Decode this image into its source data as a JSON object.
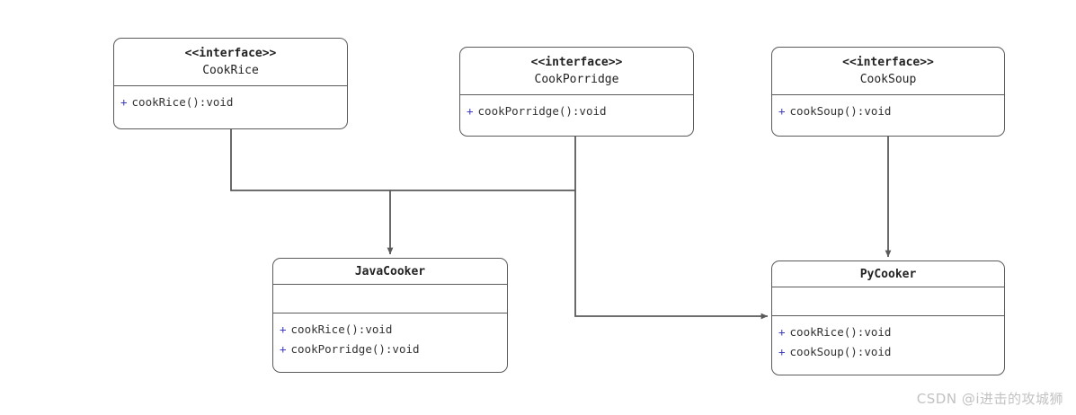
{
  "diagram": {
    "type": "uml-class-diagram",
    "stroke_color": "#5a5a5a",
    "text_color": "#222222",
    "visibility_color": "#3b3bbb",
    "background": "#ffffff",
    "stereotype_label": "<<interface>>",
    "visibility_public": "+"
  },
  "nodes": {
    "cook_rice": {
      "stereotype": "<<interface>>",
      "name": "CookRice",
      "methods": [
        {
          "visibility": "+",
          "signature": "cookRice():void"
        }
      ]
    },
    "cook_porridge": {
      "stereotype": "<<interface>>",
      "name": "CookPorridge",
      "methods": [
        {
          "visibility": "+",
          "signature": "cookPorridge():void"
        }
      ]
    },
    "cook_soup": {
      "stereotype": "<<interface>>",
      "name": "CookSoup",
      "methods": [
        {
          "visibility": "+",
          "signature": "cookSoup():void"
        }
      ]
    },
    "java_cooker": {
      "name": "JavaCooker",
      "attributes": [],
      "methods": [
        {
          "visibility": "+",
          "signature": "cookRice():void"
        },
        {
          "visibility": "+",
          "signature": "cookPorridge():void"
        }
      ]
    },
    "py_cooker": {
      "name": "PyCooker",
      "attributes": [],
      "methods": [
        {
          "visibility": "+",
          "signature": "cookRice():void"
        },
        {
          "visibility": "+",
          "signature": "cookSoup():void"
        }
      ]
    }
  },
  "edges": [
    {
      "from": "cook_rice",
      "to": "java_cooker",
      "kind": "realization-arrow"
    },
    {
      "from": "cook_porridge",
      "to": "java_cooker",
      "kind": "realization-arrow"
    },
    {
      "from": "cook_porridge",
      "to": "py_cooker",
      "kind": "realization-arrow"
    },
    {
      "from": "cook_soup",
      "to": "py_cooker",
      "kind": "realization-arrow"
    }
  ],
  "watermark": {
    "text": "CSDN @i进击的攻城狮"
  }
}
